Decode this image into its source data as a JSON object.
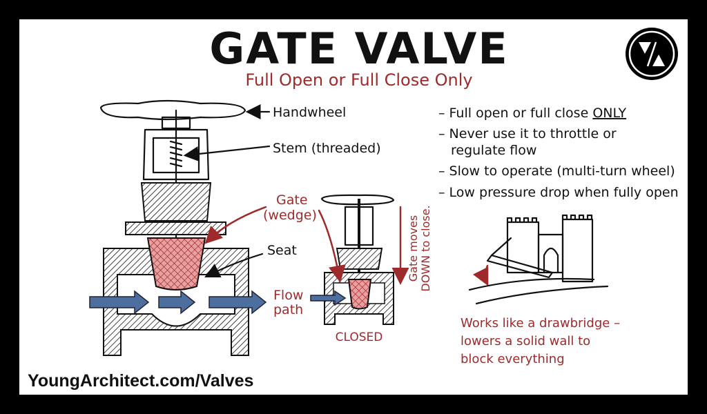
{
  "title": "GATE VALVE",
  "subtitle": "Full Open or Full Close Only",
  "logo": {
    "icon": "young-architect-logo"
  },
  "labels": {
    "handwheel": "Handwheel",
    "stem": "Stem (threaded)",
    "gate_line1": "Gate",
    "gate_line2": "(wedge)",
    "seat": "Seat",
    "flow_line1": "Flow",
    "flow_line2": "path",
    "closed": "CLOSED",
    "gate_moves_line1": "Gate moves",
    "gate_moves_line2": "DOWN to close."
  },
  "bullets": [
    {
      "text": "Full open or full close ",
      "emphasis": "ONLY"
    },
    {
      "text": "Never use it to throttle or",
      "cont": "regulate flow"
    },
    {
      "text": "Slow to operate (multi-turn wheel)"
    },
    {
      "text": "Low pressure drop when fully open"
    }
  ],
  "drawbridge_caption": [
    "Works like a drawbridge –",
    "lowers a solid wall to",
    "block everything"
  ],
  "footer": "YoungArchitect.com/Valves",
  "colors": {
    "accent_red": "#9e2a2b",
    "flow_blue": "#4d6fa0",
    "ink": "#111111"
  }
}
